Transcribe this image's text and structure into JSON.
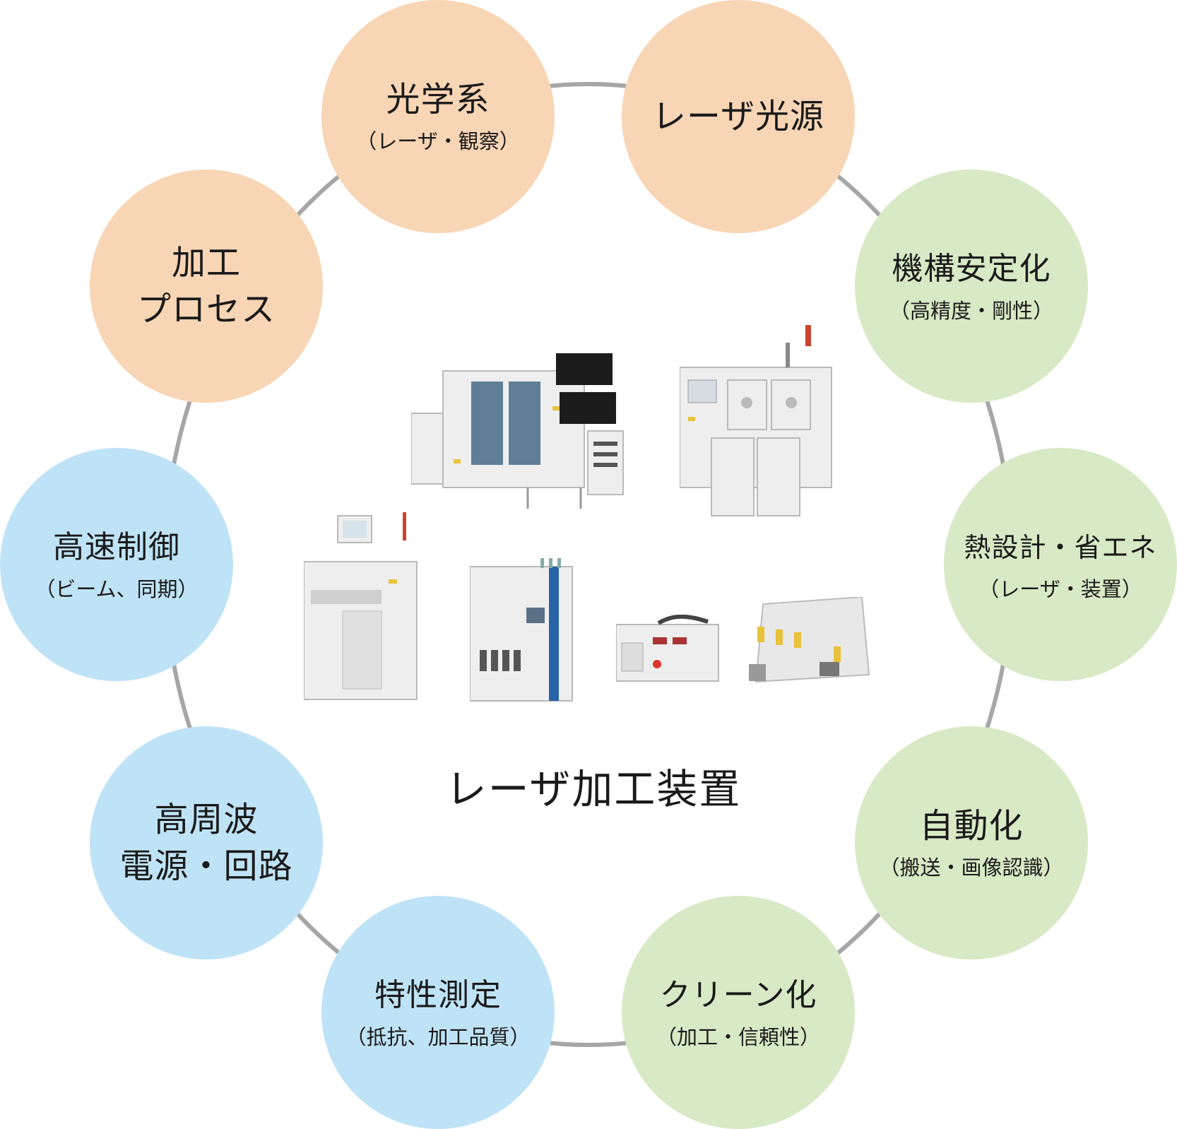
{
  "center_label": "レーザ加工装置",
  "nodes": [
    {
      "title_lines": [
        "光学系"
      ],
      "sub": "（レーザ・観察）",
      "color": "#f8d5b4"
    },
    {
      "title_lines": [
        "レーザ光源"
      ],
      "sub": "",
      "color": "#f8d5b4"
    },
    {
      "title_lines": [
        "機構安定化"
      ],
      "sub": "（高精度・剛性）",
      "color": "#d8e9c5"
    },
    {
      "title_lines": [
        "熱設計・省エネ"
      ],
      "sub": "（レーザ・装置）",
      "color": "#d8e9c5"
    },
    {
      "title_lines": [
        "自動化"
      ],
      "sub": "（搬送・画像認識）",
      "color": "#d8e9c5"
    },
    {
      "title_lines": [
        "クリーン化"
      ],
      "sub": "（加工・信頼性）",
      "color": "#d8e9c5"
    },
    {
      "title_lines": [
        "特性測定"
      ],
      "sub": "（抵抗、加工品質）",
      "color": "#bfe3f6"
    },
    {
      "title_lines": [
        "高周波",
        "電源・回路"
      ],
      "sub": "",
      "color": "#bfe3f6"
    },
    {
      "title_lines": [
        "高速制御"
      ],
      "sub": "（ビーム、同期）",
      "color": "#bfe3f6"
    },
    {
      "title_lines": [
        "加工",
        "プロセス"
      ],
      "sub": "",
      "color": "#f8d5b4"
    }
  ],
  "ring_color": "#a6a6a6",
  "machine_images": [
    "laser-processing-system-large",
    "laser-processing-system-twin",
    "laser-trimmer-compact",
    "laser-processing-cabinet",
    "laser-power-supply",
    "laser-head-module"
  ]
}
